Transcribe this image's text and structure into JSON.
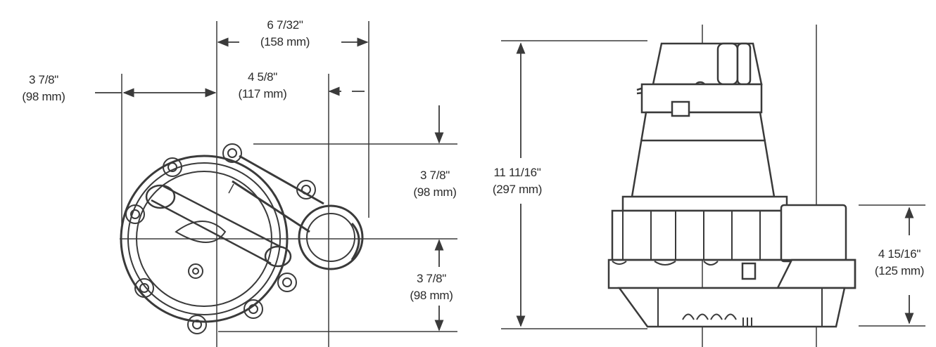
{
  "dimensions": {
    "top_width": {
      "imperial": "6 7/32\"",
      "metric": "(158 mm)"
    },
    "left_offset": {
      "imperial": "3 7/8\"",
      "metric": "(98 mm)"
    },
    "mid_offset": {
      "imperial": "4 5/8\"",
      "metric": "(117 mm)"
    },
    "upper_depth": {
      "imperial": "3 7/8\"",
      "metric": "(98 mm)"
    },
    "lower_depth": {
      "imperial": "3 7/8\"",
      "metric": "(98 mm)"
    },
    "total_height": {
      "imperial": "11 11/16\"",
      "metric": "(297 mm)"
    },
    "outlet_height": {
      "imperial": "4 15/16\"",
      "metric": "(125 mm)"
    }
  },
  "colors": {
    "line": "#3a3a3a",
    "fill": "#ffffff",
    "text": "#2b2b2b"
  }
}
